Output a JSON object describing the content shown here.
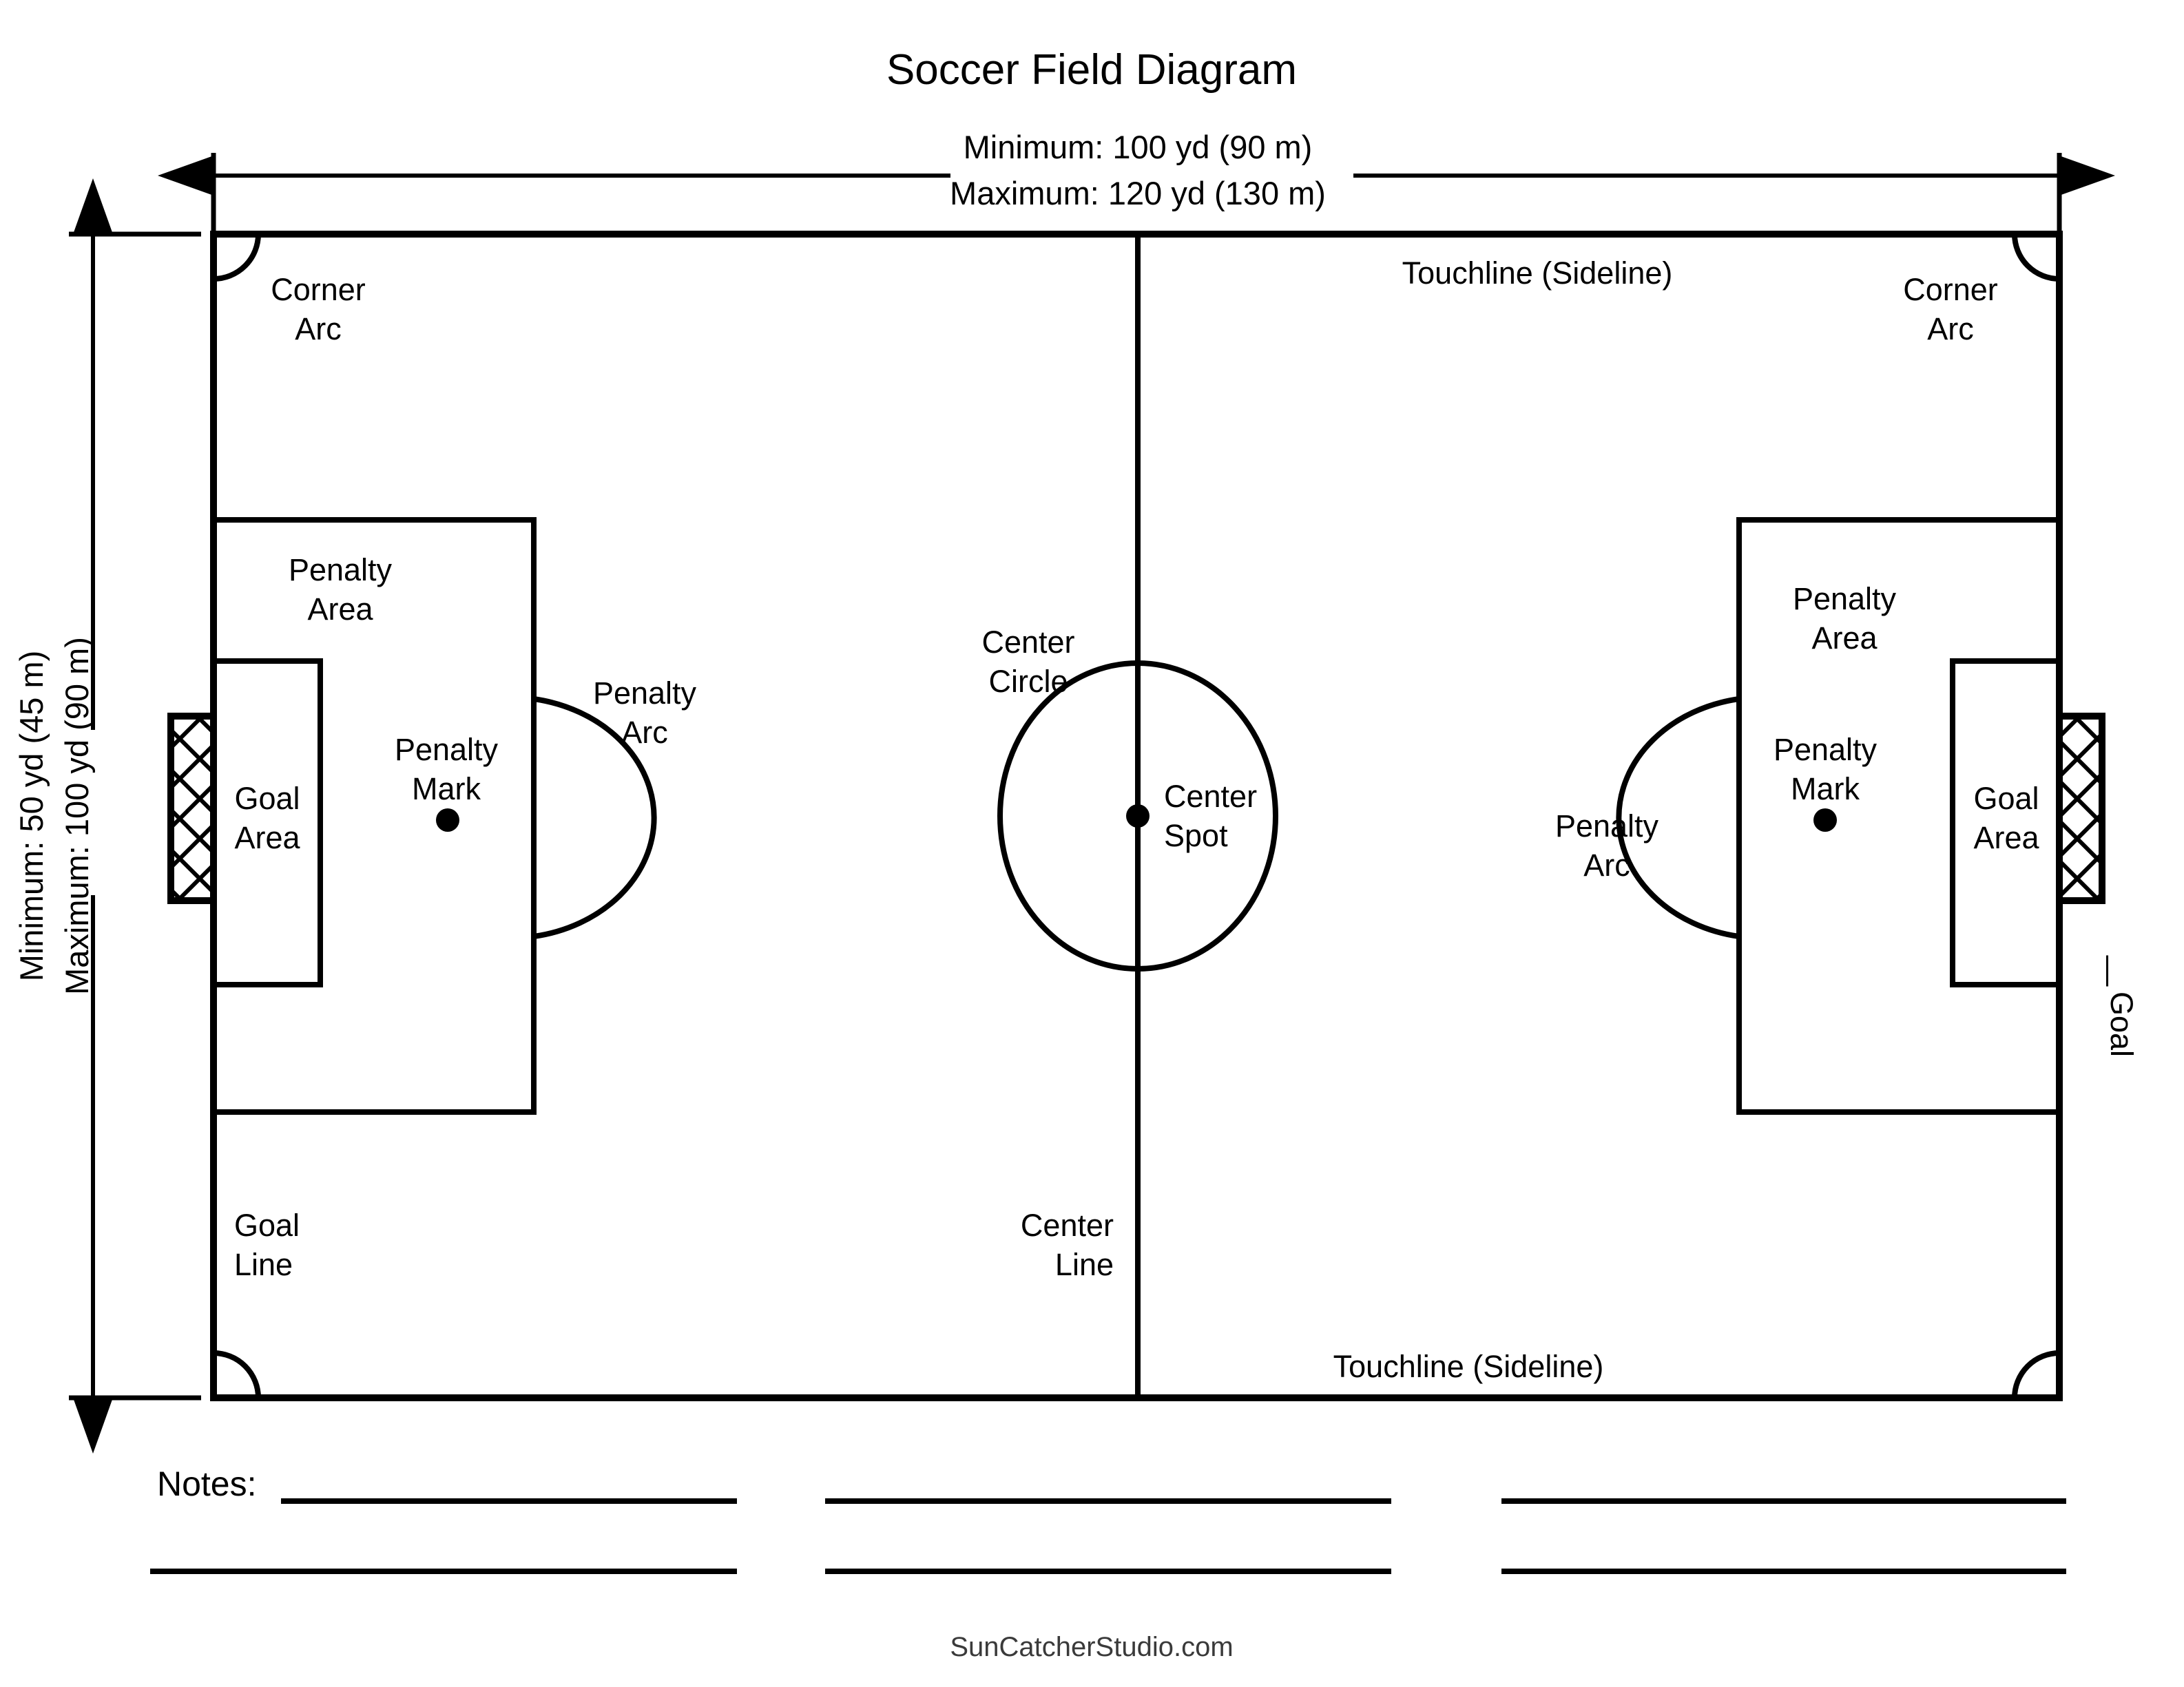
{
  "page": {
    "title": "Soccer Field Diagram",
    "footer": "SunCatcherStudio.com"
  },
  "dimensions": {
    "length_minimum": "Minimum: 100 yd (90 m)",
    "length_maximum": "Maximum: 120 yd (130 m)",
    "width_minimum": "Minimum: 50 yd (45 m)",
    "width_maximum": "Maximum: 100 yd (90 m)"
  },
  "labels": {
    "corner_arc_line1": "Corner",
    "corner_arc_line2": "Arc",
    "touchline_top": "Touchline (Sideline)",
    "touchline_bottom": "Touchline (Sideline)",
    "penalty_area_line1": "Penalty",
    "penalty_area_line2": "Area",
    "penalty_arc_line1": "Penalty",
    "penalty_arc_line2": "Arc",
    "penalty_mark_line1": "Penalty",
    "penalty_mark_line2": "Mark",
    "goal_area_line1": "Goal",
    "goal_area_line2": "Area",
    "goal_line_line1": "Goal",
    "goal_line_line2": "Line",
    "center_circle_line1": "Center",
    "center_circle_line2": "Circle",
    "center_spot_line1": "Center",
    "center_spot_line2": "Spot",
    "center_line_line1": "Center",
    "center_line_line2": "Line",
    "goal": "Goal",
    "goal_leader": "—"
  },
  "notes": {
    "heading": "Notes:"
  },
  "colors": {
    "line": "#000000",
    "background": "#ffffff",
    "footer_text": "#3a3a3a"
  }
}
